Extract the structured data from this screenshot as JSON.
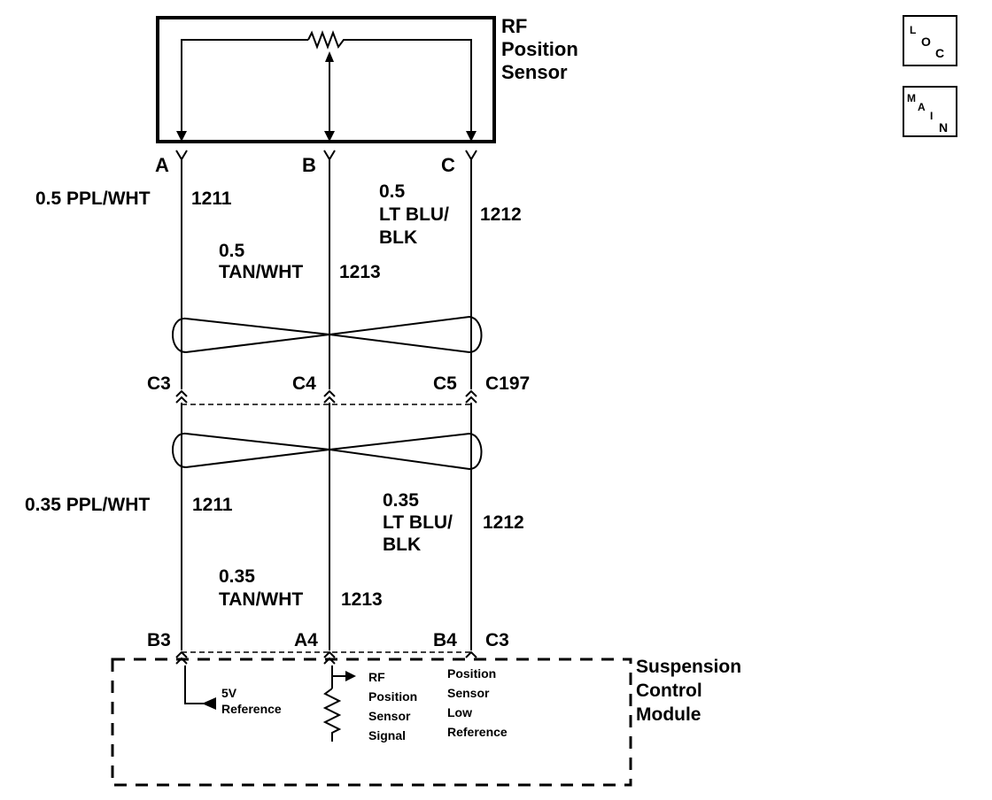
{
  "sensor": {
    "name_line1": "RF",
    "name_line2": "Position",
    "name_line3": "Sensor"
  },
  "icons": {
    "loc": {
      "l": "L",
      "o": "O",
      "c": "C"
    },
    "main": {
      "m": "M",
      "a": "A",
      "i": "I",
      "n": "N"
    }
  },
  "sensor_pins": {
    "a": "A",
    "b": "B",
    "c": "C"
  },
  "upper_wires": {
    "a_label": "0.5 PPL/WHT",
    "a_circuit": "1211",
    "b_gauge": "0.5",
    "b_color": "TAN/WHT",
    "b_circuit": "1213",
    "c_gauge": "0.5",
    "c_color1": "LT BLU/",
    "c_color2": "BLK",
    "c_circuit": "1212"
  },
  "connector": {
    "pin_a": "C3",
    "pin_b": "C4",
    "pin_c": "C5",
    "name": "C197"
  },
  "lower_wires": {
    "a_label": "0.35 PPL/WHT",
    "a_circuit": "1211",
    "b_gauge": "0.35",
    "b_color": "TAN/WHT",
    "b_circuit": "1213",
    "c_gauge": "0.35",
    "c_color1": "LT BLU/",
    "c_color2": "BLK",
    "c_circuit": "1212"
  },
  "module_pins": {
    "a": "B3",
    "b": "A4",
    "c": "B4",
    "d": "C3"
  },
  "module": {
    "name_line1": "Suspension",
    "name_line2": "Control",
    "name_line3": "Module",
    "ref_5v_line1": "5V",
    "ref_5v_line2": "Reference",
    "signal_line1": "RF",
    "signal_line2": "Position",
    "signal_line3": "Sensor",
    "signal_line4": "Signal",
    "low_ref_line1": "Position",
    "low_ref_line2": "Sensor",
    "low_ref_line3": "Low",
    "low_ref_line4": "Reference"
  }
}
